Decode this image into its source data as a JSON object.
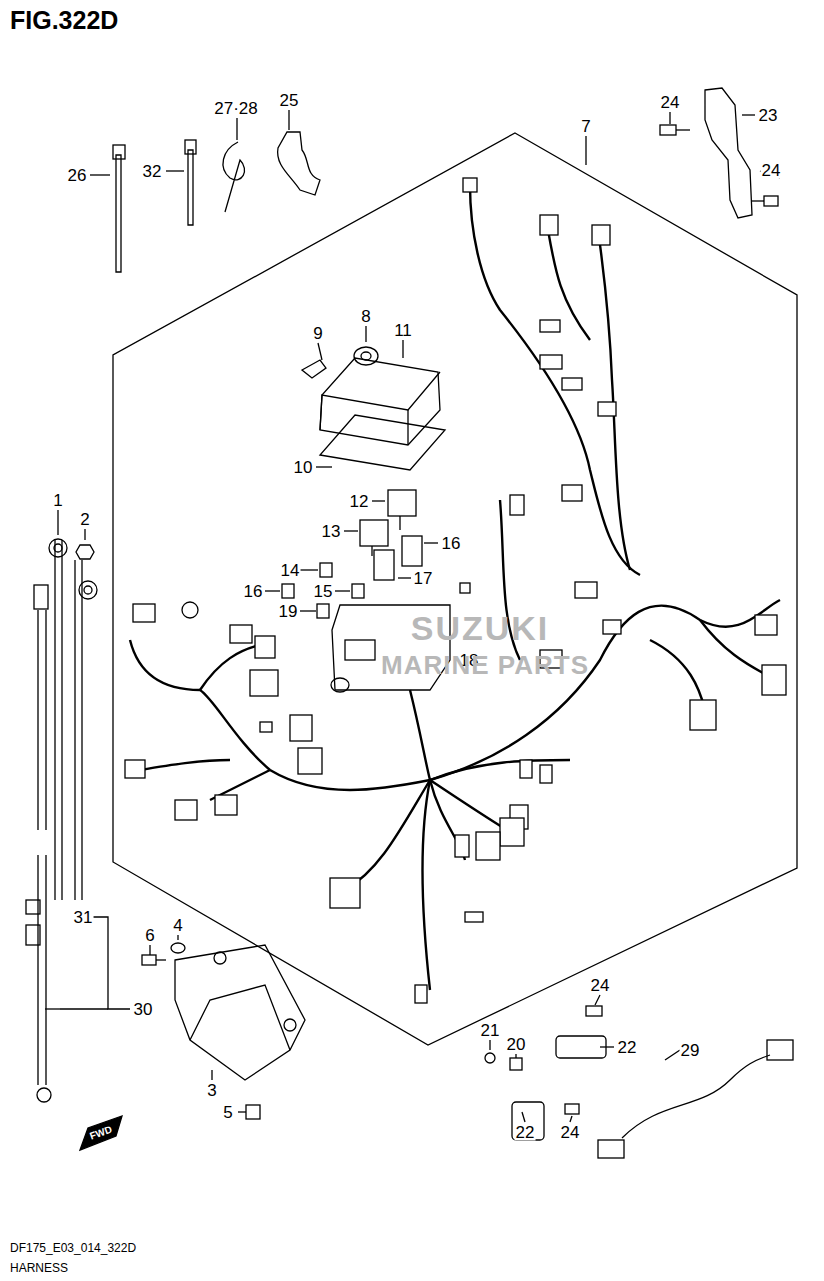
{
  "diagram": {
    "title": "FIG.322D",
    "labels": [
      "26",
      "32",
      "27·28",
      "25",
      "24",
      "23",
      "24",
      "7",
      "8",
      "9",
      "11",
      "10",
      "12",
      "13",
      "16",
      "14",
      "16",
      "15",
      "17",
      "19",
      "18",
      "1",
      "2",
      "31",
      "30",
      "6",
      "4",
      "3",
      "5",
      "24",
      "22",
      "21",
      "20",
      "22",
      "24",
      "29",
      "SUZUKI",
      "MARINE PARTS",
      "FWD",
      "DF175_E03_014_322D",
      "HARNESS"
    ]
  }
}
